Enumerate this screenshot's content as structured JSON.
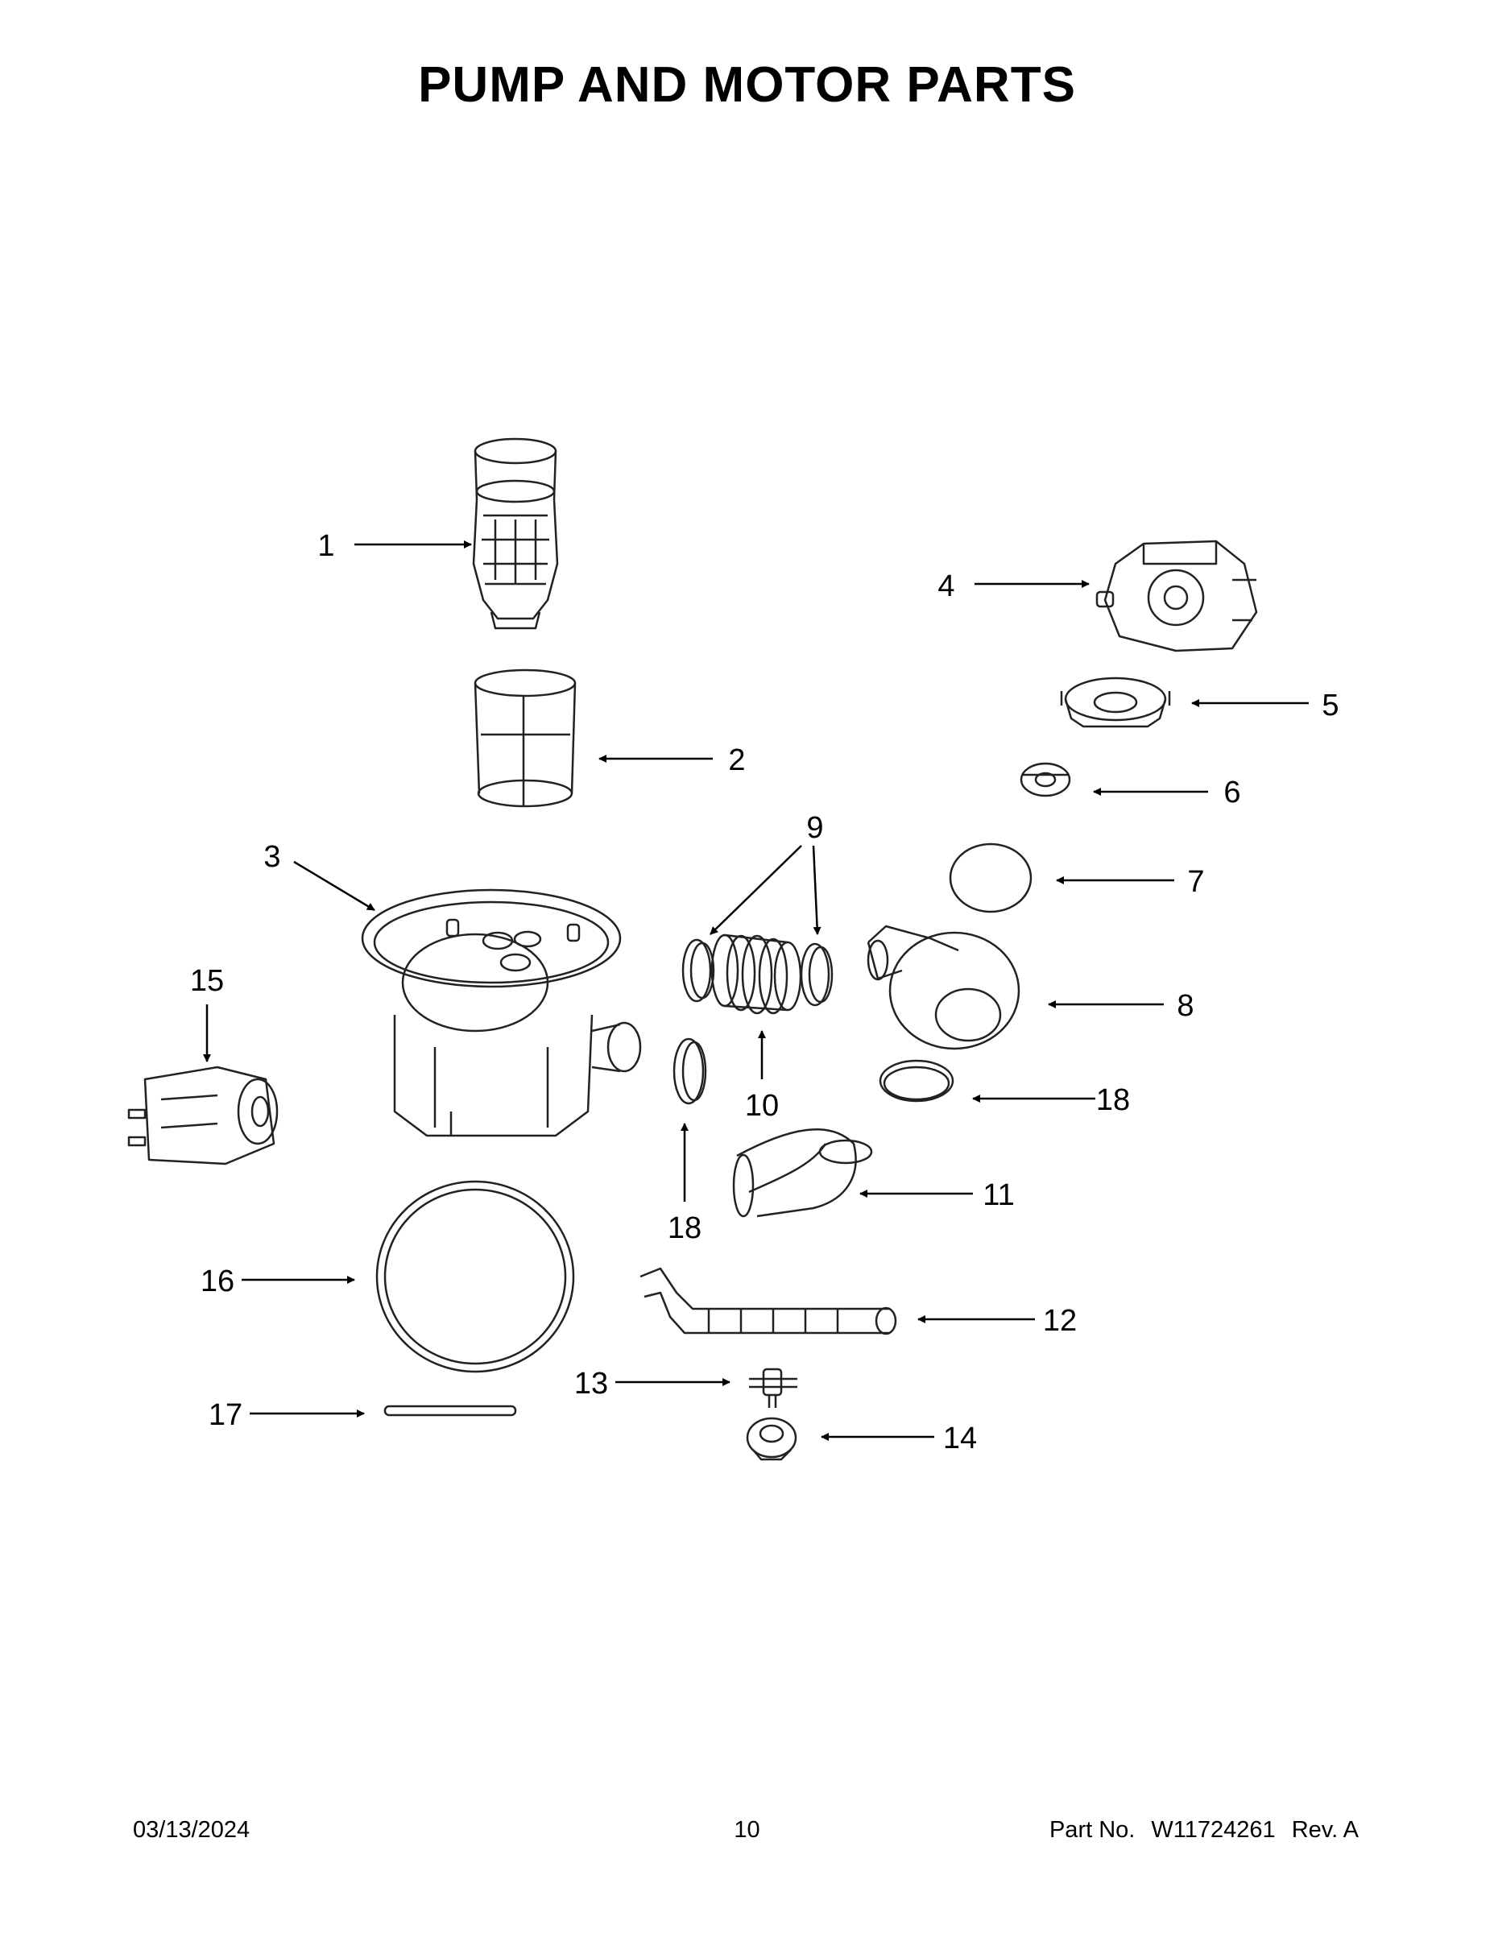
{
  "page": {
    "title": "PUMP AND MOTOR PARTS"
  },
  "callouts": {
    "c1": "1",
    "c2": "2",
    "c3": "3",
    "c4": "4",
    "c5": "5",
    "c6": "6",
    "c7": "7",
    "c8": "8",
    "c9": "9",
    "c10": "10",
    "c11": "11",
    "c12": "12",
    "c13": "13",
    "c14": "14",
    "c15": "15",
    "c16": "16",
    "c17": "17",
    "c18a": "18",
    "c18b": "18"
  },
  "footer": {
    "date": "03/13/2024",
    "page_number": "10",
    "part_label": "Part No.",
    "part_number": "W11724261",
    "revision": "Rev. A"
  }
}
